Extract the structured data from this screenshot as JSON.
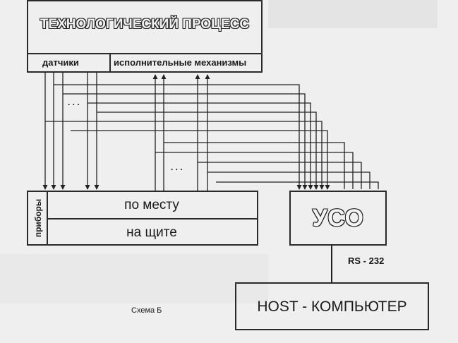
{
  "process": {
    "title": "ТЕХНОЛОГИЧЕСКИЙ ПРОЦЕСС",
    "sensors_label": "датчики",
    "actuators_label": "исполнительные механизмы"
  },
  "instruments": {
    "side_label": "приборы",
    "local_label": "по месту",
    "panel_label": "на щите"
  },
  "uso": {
    "label": "УСО"
  },
  "link": {
    "label": "RS - 232"
  },
  "host": {
    "label": "HOST - КОМПЬЮТЕР"
  },
  "caption": "Схема Б",
  "ellipsis_top": ". . .",
  "ellipsis_mid": ". . ."
}
